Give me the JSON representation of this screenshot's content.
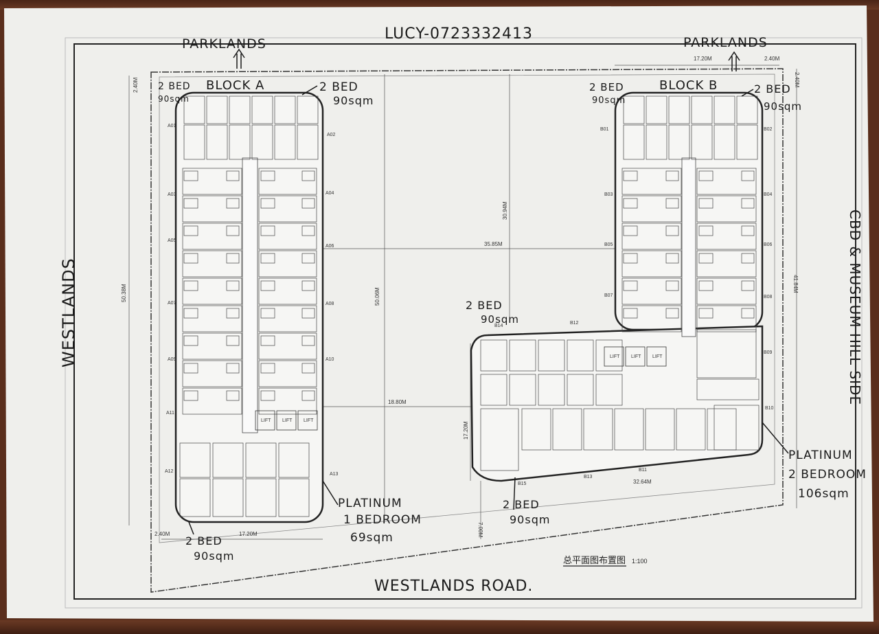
{
  "header": {
    "contact": "LUCY-0723332413",
    "north_left": "PARKLANDS",
    "north_right": "PARKLANDS"
  },
  "sides": {
    "west": "WESTLANDS",
    "east": "CBD & MUSEUM HILL SIDE",
    "south": "WESTLANDS ROAD."
  },
  "blocks": {
    "a": "BLOCK A",
    "b": "BLOCK B"
  },
  "notes": {
    "a_top_left": [
      "2 BED",
      "90sqm"
    ],
    "a_top_right": [
      "2 BED",
      "90sqm"
    ],
    "a_bottom": [
      "2 BED",
      "90sqm"
    ],
    "a_platinum": [
      "PLATINUM",
      "1 BEDROOM",
      "69sqm"
    ],
    "b_top_left": [
      "2 BED",
      "90sqm"
    ],
    "b_top_right": [
      "2 BED",
      "90sqm"
    ],
    "b_wing_left": [
      "2 BED",
      "90sqm"
    ],
    "b_bottom": [
      "2 BED",
      "90sqm"
    ],
    "b_platinum": [
      "PLATINUM",
      "2 BEDROOM",
      "106sqm"
    ]
  },
  "dimensions": [
    "2.40M",
    "50.38M",
    "50.06M",
    "30.94M",
    "35.85M",
    "18.80M",
    "17.20M",
    "32.64M",
    "7.00M",
    "2.40M",
    "17.20M",
    "17.20M",
    "2.40M",
    "2.40M",
    "41.84M"
  ],
  "units_a": [
    "A01",
    "A02",
    "A03",
    "A04",
    "A05",
    "A06",
    "A07",
    "A08",
    "A09",
    "A10",
    "A11",
    "A12",
    "A13"
  ],
  "units_b": [
    "B01",
    "B02",
    "B03",
    "B04",
    "B05",
    "B06",
    "B07",
    "B08",
    "B09",
    "B10",
    "B11",
    "B12",
    "B13",
    "B14",
    "B15"
  ],
  "lift_label": "LIFT",
  "title": {
    "text": "总平面图布置图",
    "scale": "1:100"
  },
  "colors": {
    "paper": "#efefec",
    "ink": "#1a1a1a",
    "table": "#5a2e1c"
  }
}
